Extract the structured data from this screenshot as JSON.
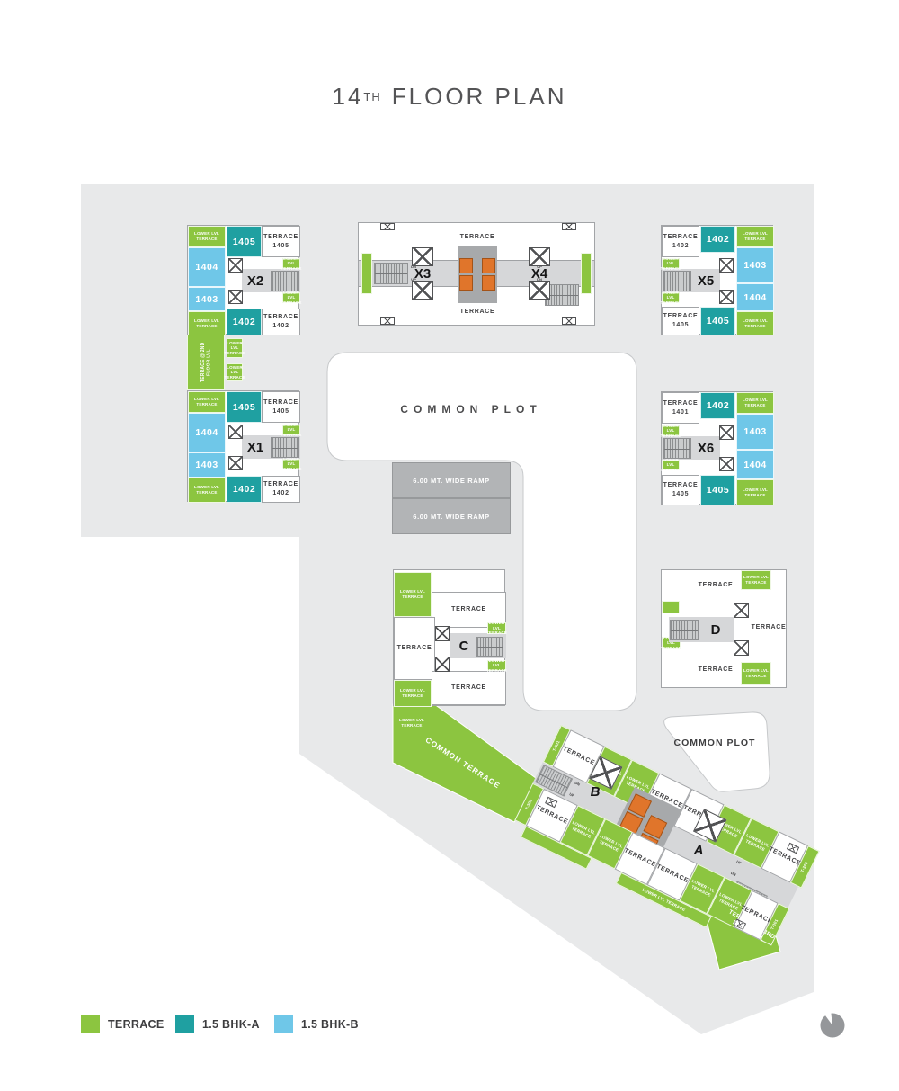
{
  "title": {
    "num": "14",
    "sup": "TH",
    "rest": "FLOOR PLAN"
  },
  "labels": {
    "terrace": "TERRACE",
    "lower": "LOWER LVL TERRACE",
    "common_plot": "COMMON PLOT",
    "common_terrace": "COMMON TERRACE",
    "ramp": "6.00 MT. WIDE RAMP",
    "terrace2": "TERRACE @ 2ND FLOOR LVL",
    "terrace3": "TERRACE @ 3RD FLOOR LVL",
    "up": "UP",
    "dn": "DN",
    "t301": "T-301",
    "t308": "T-308"
  },
  "blocks": {
    "x1": {
      "name": "X1",
      "t_top": "TERRACE 1405",
      "t_bot": "TERRACE 1402",
      "u_top": "1405",
      "u_bot": "1402",
      "u_l1": "1404",
      "u_l2": "1403"
    },
    "x2": {
      "name": "X2",
      "t_top": "TERRACE 1405",
      "t_bot": "TERRACE 1402",
      "u_top": "1405",
      "u_bot": "1402",
      "u_l1": "1404",
      "u_l2": "1403"
    },
    "x3": {
      "name": "X3"
    },
    "x4": {
      "name": "X4"
    },
    "x5": {
      "name": "X5",
      "t_top": "TERRACE 1402",
      "t_bot": "TERRACE 1405",
      "u_top": "1402",
      "u_bot": "1405",
      "u_r1": "1403",
      "u_r2": "1404"
    },
    "x6": {
      "name": "X6",
      "t_top": "TERRACE 1401",
      "t_bot": "TERRACE 1405",
      "u_top": "1402",
      "u_bot": "1405",
      "u_r1": "1403",
      "u_r2": "1404"
    },
    "c": {
      "name": "C"
    },
    "d": {
      "name": "D"
    },
    "b": {
      "name": "B"
    },
    "a": {
      "name": "A"
    }
  },
  "legend": [
    {
      "label": "TERRACE",
      "color": "#8cc540"
    },
    {
      "label": "1.5 BHK-A",
      "color": "#1fa0a1"
    },
    {
      "label": "1.5 BHK-B",
      "color": "#6fc7e8"
    }
  ],
  "colors": {
    "terrace_green": "#8cc540",
    "bhk_a_teal": "#1fa0a1",
    "bhk_b_blue": "#6fc7e8",
    "lift_orange": "#e0752b",
    "plot_gray": "#e8e9ea"
  }
}
